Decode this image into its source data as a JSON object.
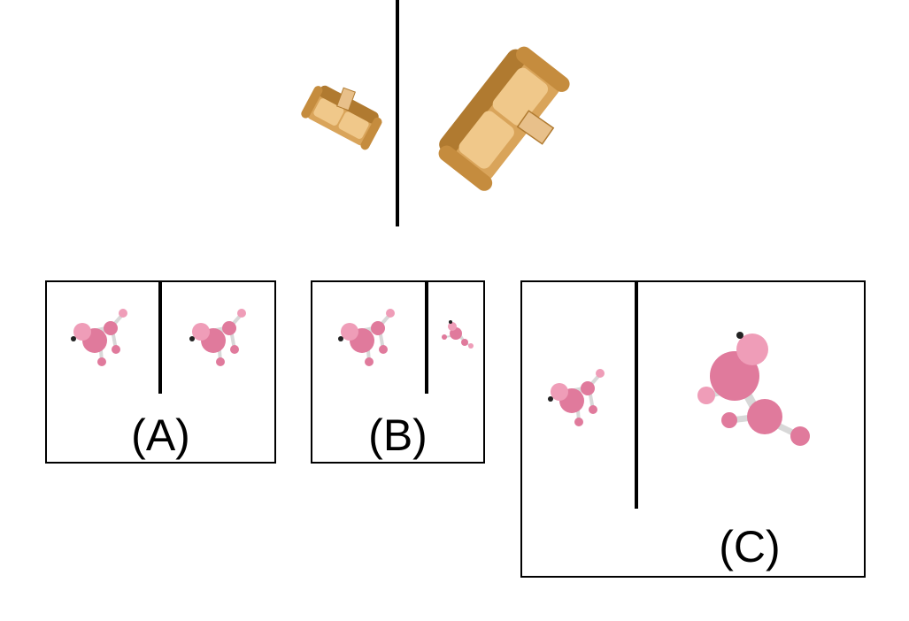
{
  "example": {
    "left_object": "sofa-icon",
    "right_object": "sofa-icon"
  },
  "options": [
    {
      "label": "(A)",
      "left_object": "poodle-icon",
      "right_object": "poodle-icon"
    },
    {
      "label": "(B)",
      "left_object": "poodle-icon",
      "right_object": "poodle-icon"
    },
    {
      "label": "(C)",
      "left_object": "poodle-icon",
      "right_object": "poodle-icon"
    }
  ],
  "colors": {
    "poodle_body": "#e07a9c",
    "poodle_light": "#ef9db8",
    "poodle_joint": "#d8d8d8",
    "sofa_main": "#d9a45a",
    "sofa_light": "#f0c88a",
    "sofa_dark": "#b07a30",
    "line": "#000000"
  }
}
